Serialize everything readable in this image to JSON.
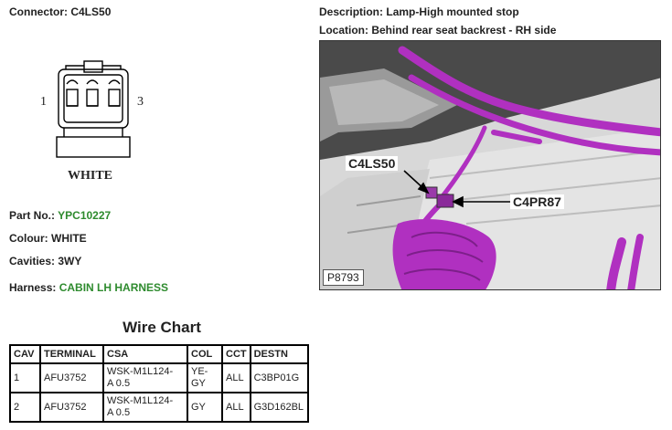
{
  "connector": {
    "label": "Connector:",
    "value": "C4LS50"
  },
  "pin_labels": {
    "left": "1",
    "right": "3"
  },
  "connector_color_caption": "WHITE",
  "part_no": {
    "label": "Part No.:",
    "value": "YPC10227"
  },
  "colour": {
    "label": "Colour:",
    "value": "WHITE"
  },
  "cavities": {
    "label": "Cavities:",
    "value": "3WY"
  },
  "harness": {
    "label": "Harness:",
    "value": "CABIN LH HARNESS"
  },
  "description": {
    "label": "Description:",
    "value": "Lamp-High mounted stop"
  },
  "location": {
    "label": "Location:",
    "value": "Behind rear seat backrest - RH side"
  },
  "photo": {
    "callout_connector": "C4LS50",
    "callout_mating": "C4PR87",
    "photo_id": "P8793",
    "harness_color": "#b030c0"
  },
  "wire_chart": {
    "title": "Wire Chart",
    "headers": [
      "CAV",
      "TERMINAL",
      "CSA",
      "COL",
      "CCT",
      "DESTN"
    ],
    "rows": [
      {
        "cav": "1",
        "terminal": "AFU3752",
        "csa_line1": "WSK-M1L124-",
        "csa_line2": "A 0.5",
        "col_line1": "YE-",
        "col_line2": "GY",
        "cct": "ALL",
        "destn": "C3BP01G"
      },
      {
        "cav": "2",
        "terminal": "AFU3752",
        "csa_line1": "WSK-M1L124-",
        "csa_line2": "A 0.5",
        "col_line1": "GY",
        "col_line2": "",
        "cct": "ALL",
        "destn": "G3D162BL"
      }
    ]
  }
}
